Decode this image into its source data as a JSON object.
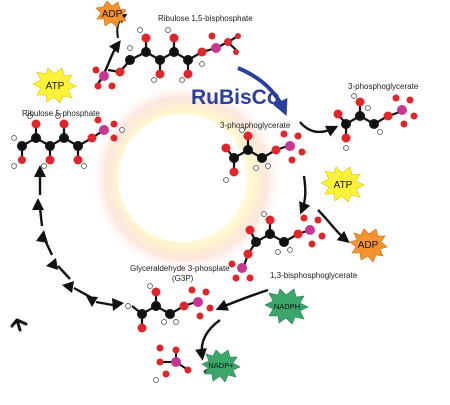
{
  "labels": {
    "ribulose_15_bisphosphate": "Ribulose 1,5-bisphosphate",
    "ribulose_5_phosphate": "Ribulose 5-phosphate",
    "three_phosphoglycerate_right": "3-phosphoglycerate",
    "three_phosphoglycerate_center": "3-phosphoglycerate",
    "bisphosphoglycerate": "1,3-bisphosphoglycerate",
    "g3p_line1": "Glyceraldehyde 3-phosplate",
    "g3p_line2": "(G3P)",
    "rubisco": "RuBisCo"
  },
  "badges": {
    "adp_top": "ADP",
    "atp_left": "ATP",
    "atp_right": "ATP",
    "adp_right": "ADP",
    "nadph": "NADPH",
    "nadp": "NADP+"
  },
  "colors": {
    "carbon": "#111111",
    "oxygen": "#e0262b",
    "phosphorus": "#c9368f",
    "hydrogen": "#ffffff",
    "atp_burst": "#fff238",
    "adp_burst": "#f7932f",
    "nadph_burst": "#3aa66a",
    "rubisco_arrow": "#2b3f9e"
  }
}
